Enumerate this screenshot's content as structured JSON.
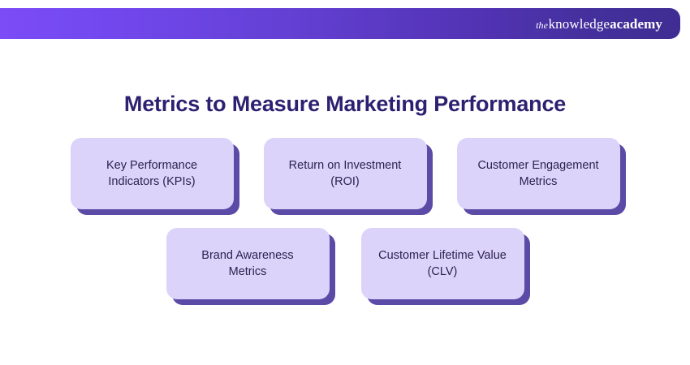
{
  "header": {
    "logo": {
      "the": "the",
      "knowledge": "knowledge",
      "academy": "academy",
      "full_text": "theknowledgeacademy"
    },
    "gradient_start_color": "#7c4cf6",
    "gradient_end_color": "#3f2d93"
  },
  "title": "Metrics to Measure Marketing Performance",
  "colors": {
    "title_color": "#2e2071",
    "card_fill": "#dcd3fa",
    "card_shadow": "#5b4aa6",
    "card_text": "#2b2350",
    "background": "#ffffff"
  },
  "cards": {
    "row1": [
      {
        "label": "Key Performance\nIndicators (KPIs)"
      },
      {
        "label": "Return on Investment\n(ROI)"
      },
      {
        "label": "Customer Engagement\nMetrics"
      }
    ],
    "row2": [
      {
        "label": "Brand Awareness\nMetrics"
      },
      {
        "label": "Customer Lifetime Value\n(CLV)"
      }
    ]
  }
}
